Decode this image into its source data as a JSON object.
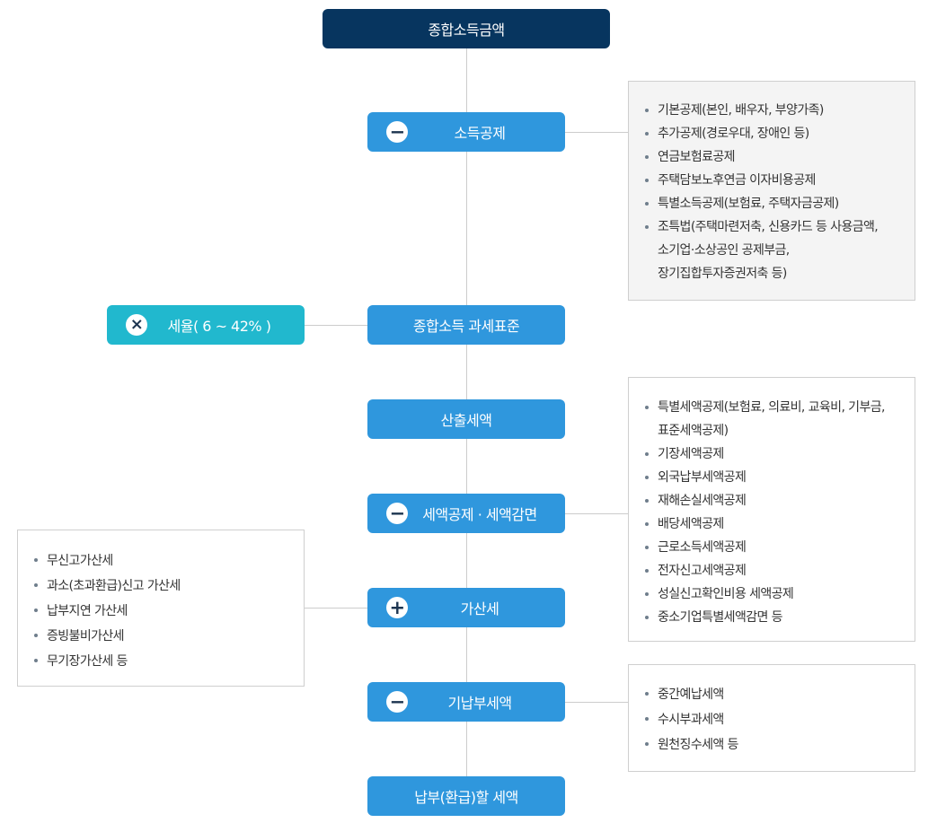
{
  "title": "종합소득금액",
  "steps": {
    "income_deduction": "소득공제",
    "tax_base": "종합소득 과세표준",
    "calculated_tax": "산출세액",
    "tax_credit": "세액공제 · 세액감면",
    "additional_tax": "가산세",
    "prepaid_tax": "기납부세액",
    "final_tax": "납부(환급)할 세액"
  },
  "rate": {
    "label": "세율( 6 ~ 42% )"
  },
  "operators": {
    "minus": "−",
    "plus": "+",
    "times": "×"
  },
  "income_deduction_items": [
    "기본공제(본인, 배우자, 부양가족)",
    "추가공제(경로우대, 장애인 등)",
    "연금보험료공제",
    "주택담보노후연금 이자비용공제",
    "특별소득공제(보험료, 주택자금공제)",
    "조특법(주택마련저축, 신용카드 등 사용금액,",
    "소기업·소상공인 공제부금,",
    "장기집합투자증권저축 등)"
  ],
  "tax_credit_items": [
    "특별세액공제(보험료, 의료비, 교육비, 기부금,",
    "표준세액공제)",
    "기장세액공제",
    "외국납부세액공제",
    "재해손실세액공제",
    "배당세액공제",
    "근로소득세액공제",
    "전자신고세액공제",
    "성실신고확인비용 세액공제",
    "중소기업특별세액감면 등"
  ],
  "additional_tax_items": [
    "무신고가산세",
    "과소(초과환급)신고 가산세",
    "납부지연 가산세",
    "증빙불비가산세",
    "무기장가산세 등"
  ],
  "prepaid_tax_items": [
    "중간예납세액",
    "수시부과세액",
    "원천징수세액 등"
  ],
  "colors": {
    "top_box": "#07355f",
    "step_box": "#2f97dd",
    "rate_box": "#21b8ce",
    "connector": "#cccccc"
  }
}
